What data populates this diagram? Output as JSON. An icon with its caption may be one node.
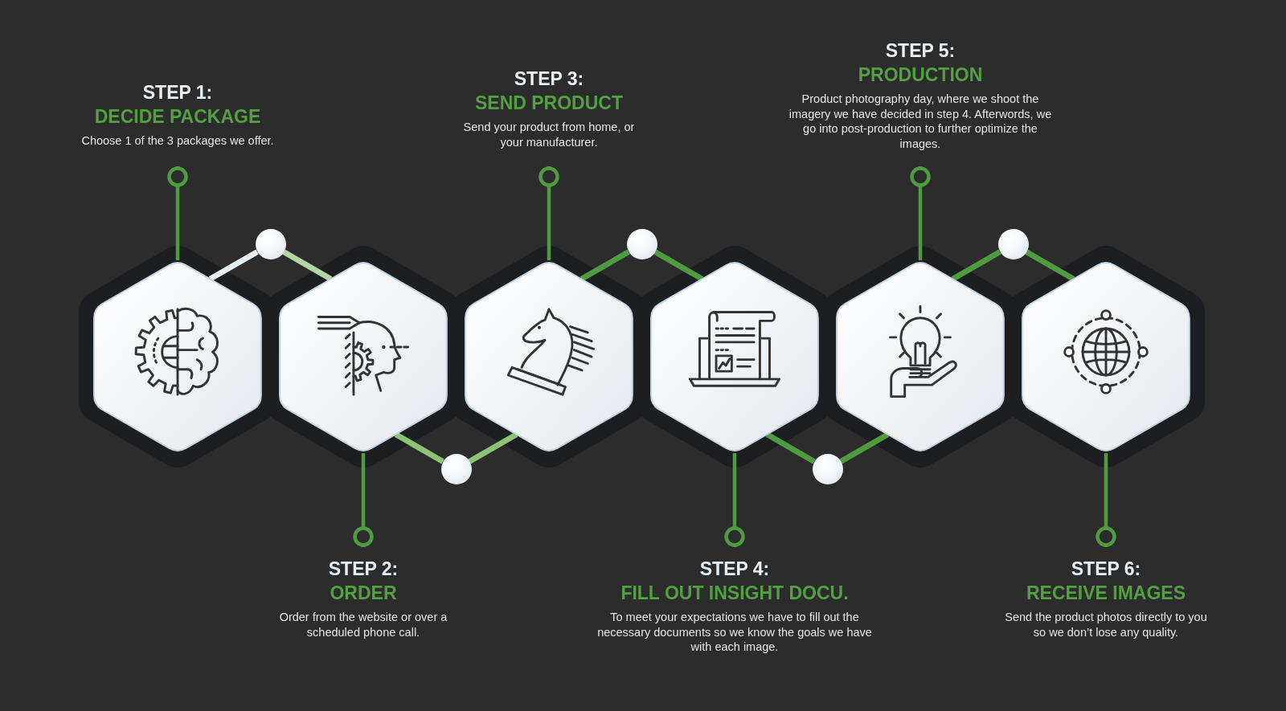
{
  "diagram": {
    "nodes": [
      {
        "text": [
          "STEP 1:",
          "DECIDE PACKAGE",
          "Choose 1 of the 3 packages we offer."
        ]
      },
      {
        "text": [
          "STEP 2:",
          "ORDER",
          "Order from the website or over a scheduled phone call."
        ]
      },
      {
        "text": [
          "STEP 3:",
          "SEND PRODUCT",
          "Send your product from home, or your manufacturer."
        ]
      },
      {
        "text": [
          "STEP 4:",
          "FILL OUT INSIGHT DOCU.",
          "To meet your expectations we have to fill out the necessary documents so we know the goals we have with each image."
        ]
      },
      {
        "text": [
          "STEP 5:",
          "PRODUCTION",
          "Product photography day, where we shoot the imagery we have decided in step 4. Afterwords, we go into post-production to further optimize the images."
        ]
      },
      {
        "text": [
          "STEP 6:",
          "RECEIVE IMAGES",
          "Send the product photos directly to you so we don’t lose any quality."
        ]
      },
      {
        "text": [],
        "shape": "hexagon"
      },
      {
        "text": [],
        "shape": "hexagon"
      },
      {
        "text": [],
        "shape": "hexagon"
      },
      {
        "text": [],
        "shape": "hexagon"
      },
      {
        "text": [],
        "shape": "hexagon"
      },
      {
        "text": [],
        "shape": "hexagon"
      },
      {
        "text": [],
        "shape": "circle"
      },
      {
        "text": [],
        "shape": "circle"
      },
      {
        "text": [],
        "shape": "circle"
      },
      {
        "text": [],
        "shape": "circle"
      },
      {
        "text": [],
        "shape": "circle"
      }
    ],
    "edges": [
      {
        "from": 0,
        "to": 6,
        "arrow": "other"
      },
      {
        "from": 1,
        "to": 7,
        "arrow": "other"
      },
      {
        "from": 2,
        "to": 8,
        "arrow": "other"
      },
      {
        "from": 3,
        "to": 9,
        "arrow": "other"
      },
      {
        "from": 4,
        "to": 10,
        "arrow": "other"
      },
      {
        "from": 5,
        "to": 11,
        "arrow": "other"
      },
      {
        "from": 6,
        "to": 12,
        "arrow": "none",
        "color": "#e8edf3"
      },
      {
        "from": 12,
        "to": 7,
        "arrow": "none",
        "color": "#b5d6a2"
      },
      {
        "from": 7,
        "to": 13,
        "arrow": "none",
        "color": "#8cc474"
      },
      {
        "from": 13,
        "to": 8,
        "arrow": "none",
        "color": "#8cc474"
      },
      {
        "from": 8,
        "to": 14,
        "arrow": "none"
      },
      {
        "from": 14,
        "to": 9,
        "arrow": "none"
      },
      {
        "from": 9,
        "to": 15,
        "arrow": "none"
      },
      {
        "from": 15,
        "to": 10,
        "arrow": "none"
      },
      {
        "from": 10,
        "to": 16,
        "arrow": "none"
      },
      {
        "from": 16,
        "to": 11,
        "arrow": "none"
      }
    ]
  }
}
